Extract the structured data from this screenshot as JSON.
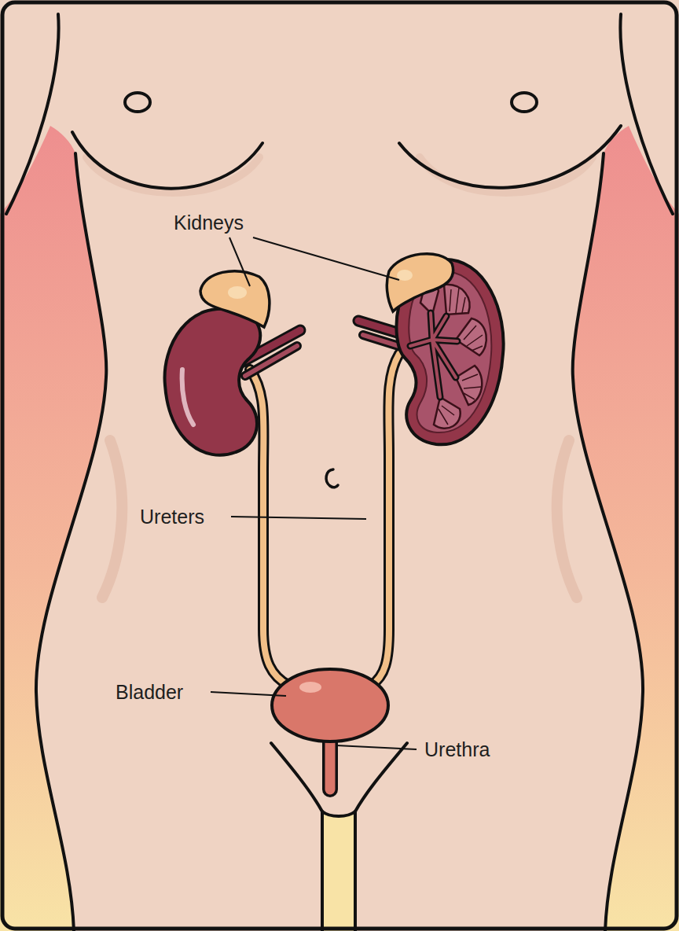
{
  "diagram": {
    "labels": [
      "Kidneys",
      "Ureters",
      "Bladder",
      "Urethra"
    ]
  }
}
